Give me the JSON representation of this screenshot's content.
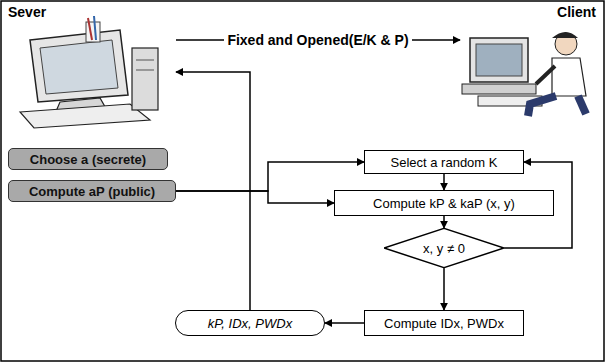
{
  "diagram": {
    "nodes": [
      {
        "text": [
          "Sever"
        ]
      },
      {
        "text": [
          "Client"
        ]
      },
      {
        "text": [
          "Choose a (secrete)"
        ]
      },
      {
        "text": [
          "Compute aP (public)"
        ]
      },
      {
        "text": [
          "Select a random K"
        ]
      },
      {
        "text": [
          "Compute kP & kaP (x, y)"
        ]
      },
      {
        "text": [
          "x, y ≠ 0"
        ]
      },
      {
        "text": [
          "Compute IDx, PWDx"
        ]
      },
      {
        "text": [
          "kP, IDx, PWDx"
        ]
      }
    ],
    "edges": [
      {
        "from": 0,
        "to": 1,
        "arrow": "to",
        "label": "Fixed and Opened(E/K & P)"
      },
      {
        "from": 3,
        "to": 4,
        "arrow": "to"
      },
      {
        "from": 3,
        "to": 5,
        "arrow": "to"
      },
      {
        "from": 4,
        "to": 5,
        "arrow": "to"
      },
      {
        "from": 5,
        "to": 6,
        "arrow": "to"
      },
      {
        "from": 6,
        "to": 4,
        "arrow": "to"
      },
      {
        "from": 6,
        "to": 7,
        "arrow": "to"
      },
      {
        "from": 7,
        "to": 8,
        "arrow": "to"
      },
      {
        "from": 8,
        "to": 0,
        "arrow": "to"
      }
    ]
  }
}
